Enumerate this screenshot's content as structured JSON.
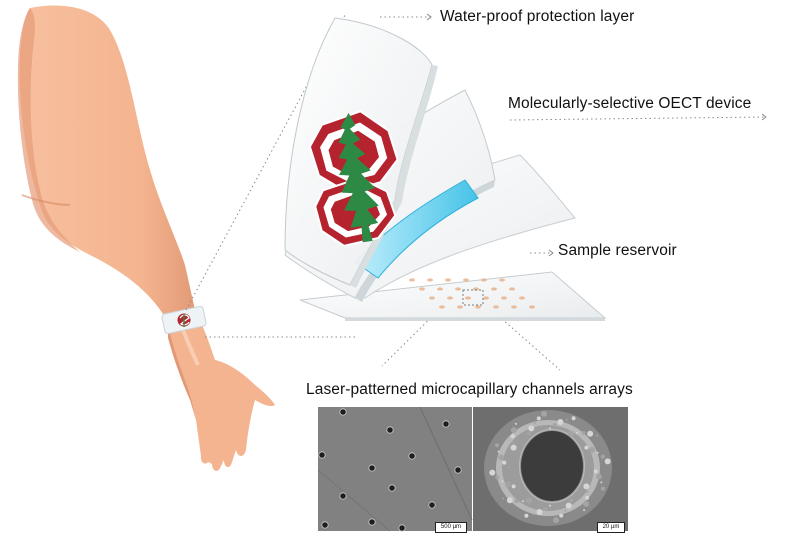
{
  "labels": {
    "waterproof": "Water-proof protection layer",
    "oect": "Molecularly-selective OECT device",
    "reservoir": "Sample reservoir",
    "channels": "Laser-patterned microcapillary channels arrays"
  },
  "micrographs": {
    "left_scale": "500 µm",
    "right_scale": "20 µm"
  },
  "colors": {
    "skin": "#f4b48f",
    "skin_shadow": "#e29a76",
    "logo_red": "#b5232e",
    "tree_green": "#2c8a45",
    "reservoir_blue": "#46c3e8",
    "sem_gray": "#7d7d7d"
  },
  "icons": [
    "stanford-logo-icon"
  ]
}
